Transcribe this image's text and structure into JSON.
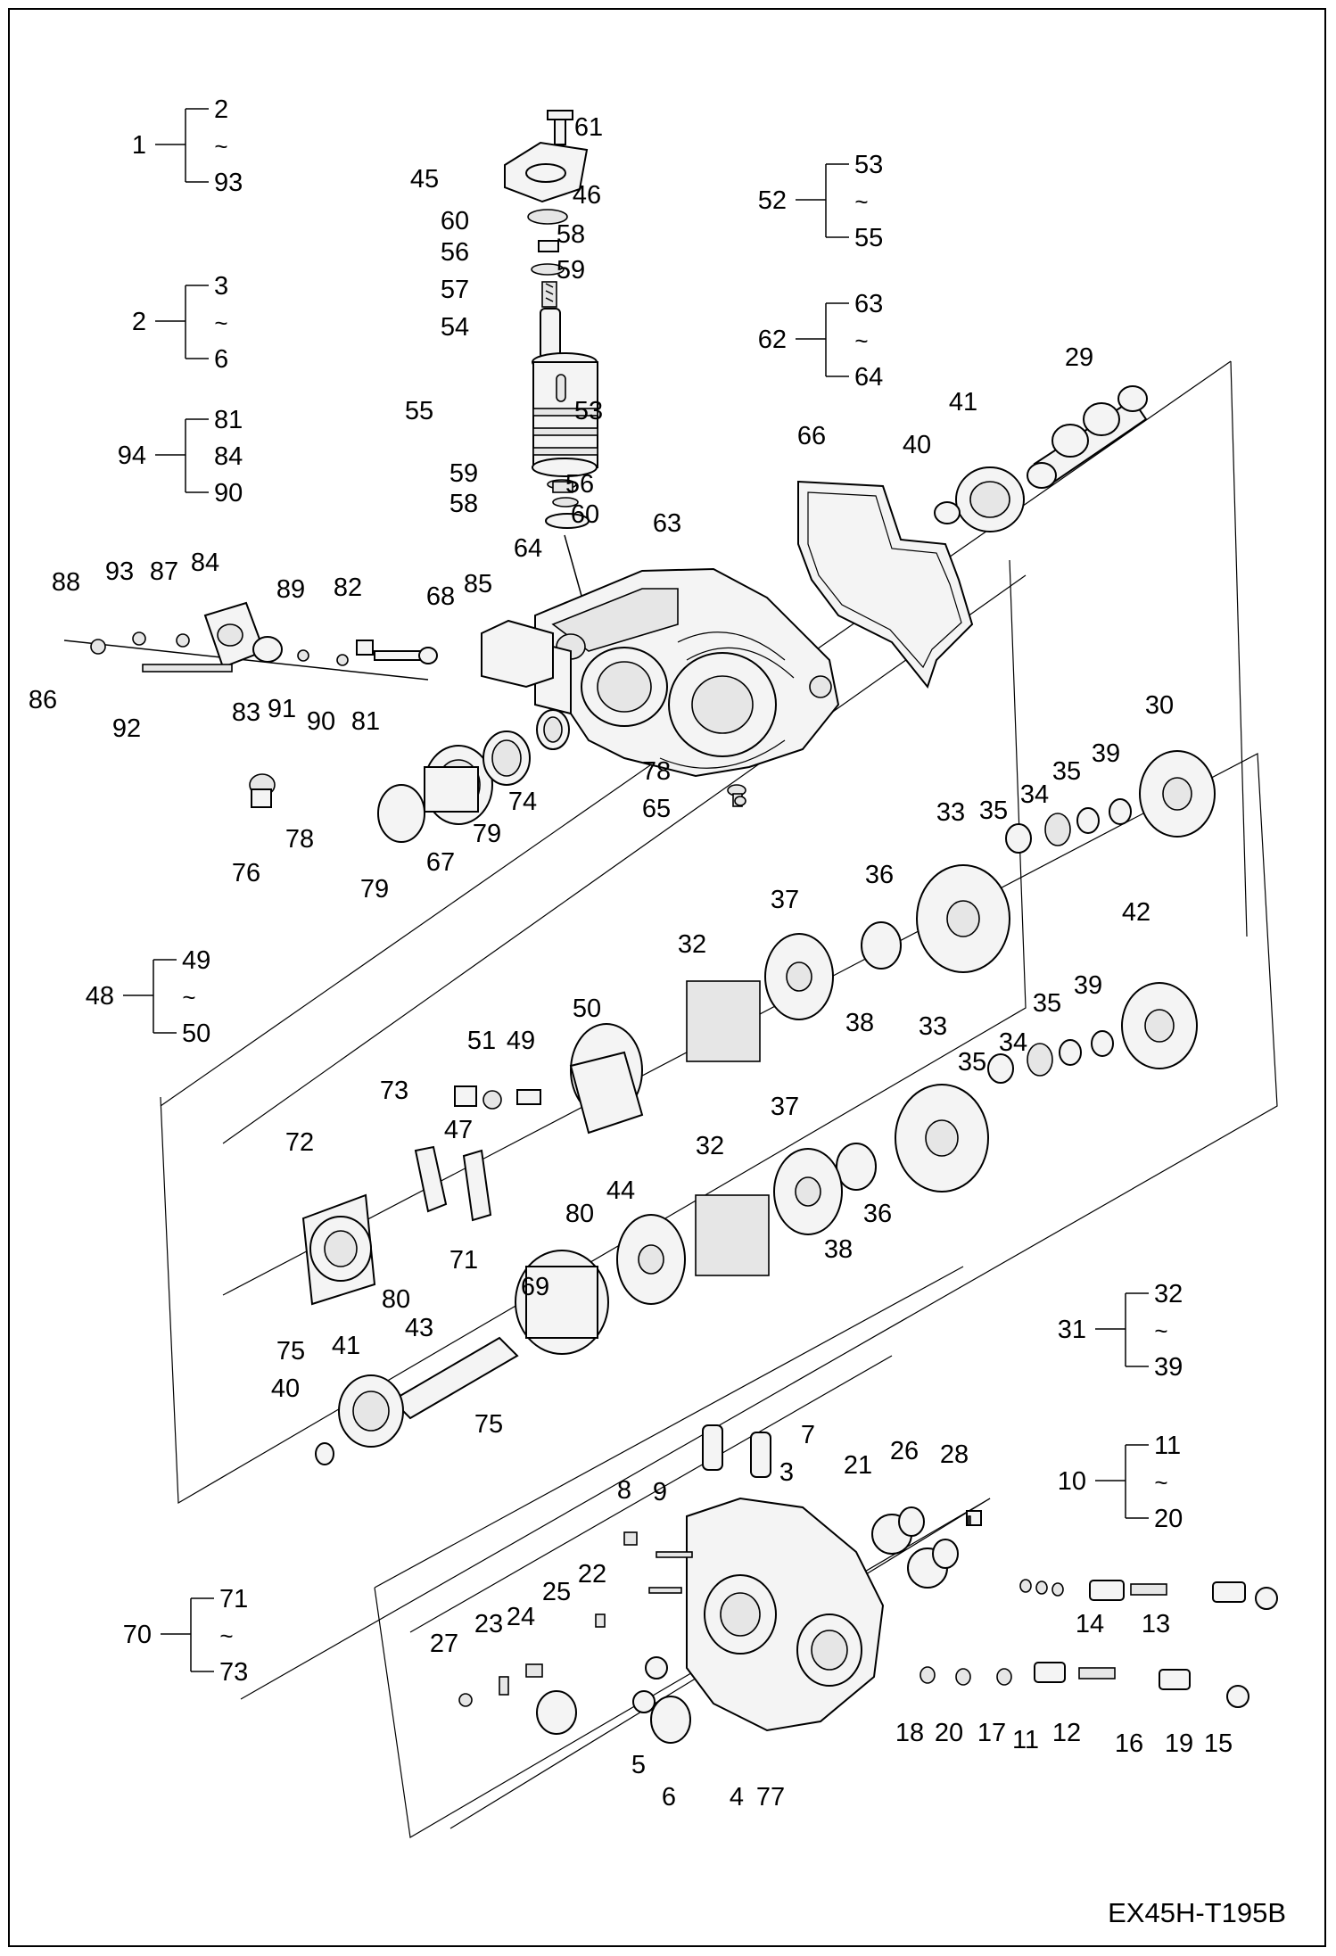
{
  "drawing_code": "EX45H-T195B",
  "groups": [
    {
      "id": "g1",
      "parent": "1",
      "top": "2",
      "mid": "~",
      "bottom": "93"
    },
    {
      "id": "g2",
      "parent": "2",
      "top": "3",
      "mid": "~",
      "bottom": "6"
    },
    {
      "id": "g94",
      "parent": "94",
      "top": "81",
      "mid": "84",
      "bottom": "90"
    },
    {
      "id": "g52",
      "parent": "52",
      "top": "53",
      "mid": "~",
      "bottom": "55"
    },
    {
      "id": "g62",
      "parent": "62",
      "top": "63",
      "mid": "~",
      "bottom": "64"
    },
    {
      "id": "g48",
      "parent": "48",
      "top": "49",
      "mid": "~",
      "bottom": "50"
    },
    {
      "id": "g31",
      "parent": "31",
      "top": "32",
      "mid": "~",
      "bottom": "39"
    },
    {
      "id": "g10",
      "parent": "10",
      "top": "11",
      "mid": "~",
      "bottom": "20"
    },
    {
      "id": "g70",
      "parent": "70",
      "top": "71",
      "mid": "~",
      "bottom": "73"
    }
  ],
  "callouts": [
    "61",
    "45",
    "46",
    "60",
    "58",
    "56",
    "59",
    "57",
    "54",
    "55",
    "53",
    "59",
    "56",
    "58",
    "60",
    "63",
    "64",
    "66",
    "40",
    "41",
    "29",
    "88",
    "93",
    "87",
    "84",
    "89",
    "82",
    "68",
    "85",
    "86",
    "92",
    "83",
    "91",
    "90",
    "81",
    "78",
    "76",
    "79",
    "67",
    "79",
    "74",
    "78",
    "65",
    "30",
    "33",
    "35",
    "34",
    "35",
    "39",
    "36",
    "37",
    "32",
    "38",
    "42",
    "33",
    "35",
    "34",
    "35",
    "39",
    "51",
    "49",
    "50",
    "73",
    "47",
    "72",
    "71",
    "80",
    "69",
    "44",
    "37",
    "32",
    "38",
    "36",
    "80",
    "75",
    "41",
    "43",
    "40",
    "75",
    "7",
    "3",
    "8",
    "9",
    "21",
    "26",
    "28",
    "25",
    "22",
    "27",
    "23",
    "24",
    "14",
    "13",
    "18",
    "20",
    "17",
    "11",
    "12",
    "16",
    "19",
    "15",
    "5",
    "6",
    "4",
    "77"
  ]
}
